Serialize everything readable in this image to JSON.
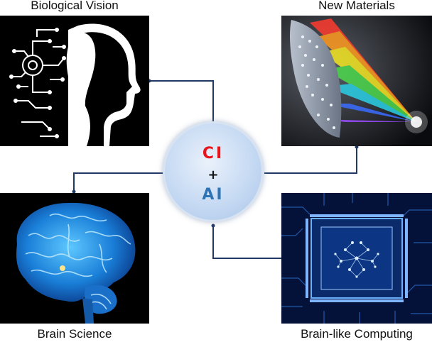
{
  "labels": {
    "top_left": "Biological Vision",
    "top_right": "New Materials",
    "bottom_left": "Brain Science",
    "bottom_right": "Brain-like Computing"
  },
  "hub": {
    "line1": "CI",
    "line1_color": "#e8141c",
    "operator": "+",
    "line2": "AI",
    "line2_color": "#2e74b5"
  },
  "colors": {
    "connector": "#1f3864",
    "panel_background": "#000000"
  },
  "icons": {
    "top_left": "ai-face-profile-icon",
    "top_right": "metalens-rainbow-icon",
    "bottom_left": "glowing-brain-icon",
    "bottom_right": "brain-chip-icon"
  }
}
